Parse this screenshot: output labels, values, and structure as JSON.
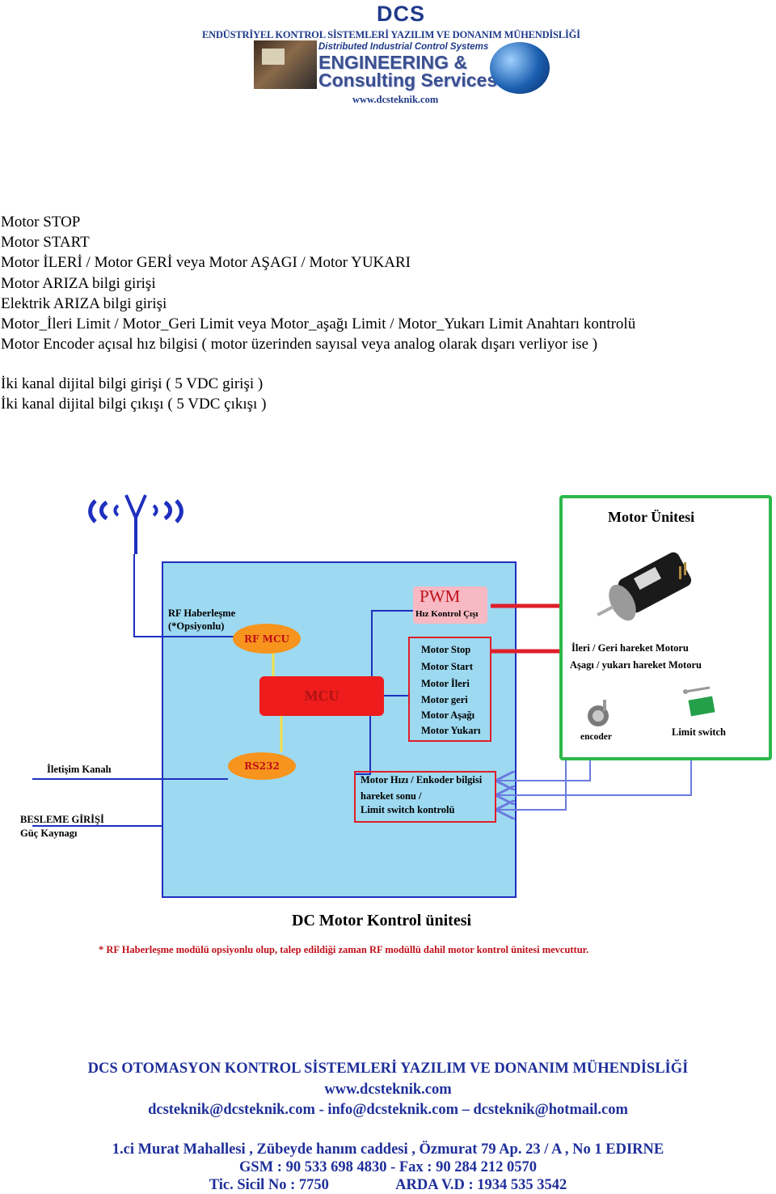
{
  "header": {
    "brand": "DCS",
    "subtitle": "ENDÜSTRİYEL KONTROL SİSTEMLERİ YAZILIM VE DONANIM MÜHENDİSLİĞİ",
    "tagline": "Distributed Industrial Control Systems",
    "service_line1": "ENGINEERING &",
    "service_line2": "Consulting Services",
    "url": "www.dcsteknik.com"
  },
  "intro": {
    "lines": [
      "Motor STOP",
      "Motor START",
      "Motor İLERİ / Motor GERİ veya Motor AŞAGI / Motor YUKARI",
      "Motor ARIZA bilgi girişi",
      "Elektrik ARIZA bilgi girişi",
      "Motor_İleri Limit / Motor_Geri Limit veya Motor_aşağı  Limit / Motor_Yukarı Limit Anahtarı kontrolü",
      "Motor Encoder açısal hız bilgisi ( motor üzerinden sayısal veya analog olarak dışarı verliyor ise )",
      "İki kanal dijital bilgi girişi ( 5 VDC girişi )",
      "İki kanal dijital bilgi çıkışı  ( 5 VDC çıkışı )"
    ]
  },
  "diagram": {
    "motor_unit_title": "Motor  Ünitesi",
    "rf_label_1": "RF Haberleşme",
    "rf_label_2": "(*Opsiyonlu)",
    "rf_mcu": "RF MCU",
    "mcu": "MCU",
    "rs232": "RS232",
    "pwm": "PWM",
    "pwm_sub": "Hız Kontrol Çışı",
    "commands": [
      "Motor Stop",
      "Motor Start",
      "Motor İleri",
      "Motor geri",
      "Motor Aşağı",
      "Motor Yukarı"
    ],
    "feedback": [
      "Motor Hızı / Enkoder bilgisi",
      "hareket sonu /",
      "Limit switch kontrolü"
    ],
    "motor_label_1": "İleri / Geri hareket Motoru",
    "motor_label_2": "Aşagı / yukarı hareket Motoru",
    "encoder": "encoder",
    "limit_switch": "Limit switch",
    "comm_channel": "İletişim Kanalı",
    "power_1": "BESLEME GİRİŞİ",
    "power_2": "Güç Kaynagı",
    "title": "DC Motor Kontrol ünitesi",
    "note": "*  RF Haberleşme  modülü opsiyonlu olup, talep edildiği zaman RF modüllü dahil  motor kontrol ünitesi mevcuttur.",
    "colors": {
      "panel": "#9dd9f1",
      "mcu": "#ee1c1c",
      "orange": "#f7941d",
      "green": "#2db84a",
      "red": "#e01e2a"
    }
  },
  "footer": {
    "company": "DCS OTOMASYON KONTROL SİSTEMLERİ YAZILIM VE DONANIM MÜHENDİSLİĞİ",
    "web": "www.dcsteknik.com",
    "email1": "dcsteknik@dcsteknik.com",
    "sep1": " - ",
    "email2": "info@dcsteknik.com",
    "sep2": " – ",
    "email3": "dcsteknik@hotmail.com",
    "address": "1.ci Murat Mahallesi , Zübeyde hanım caddesi , Özmurat 79 Ap. 23 / A , No 1    EDIRNE",
    "phone": "GSM : 90 533 698 4830   -   Fax : 90 284 212 0570",
    "registry": "Tic. Sicil No : 7750                  ARDA V.D : 1934 535 3542"
  }
}
